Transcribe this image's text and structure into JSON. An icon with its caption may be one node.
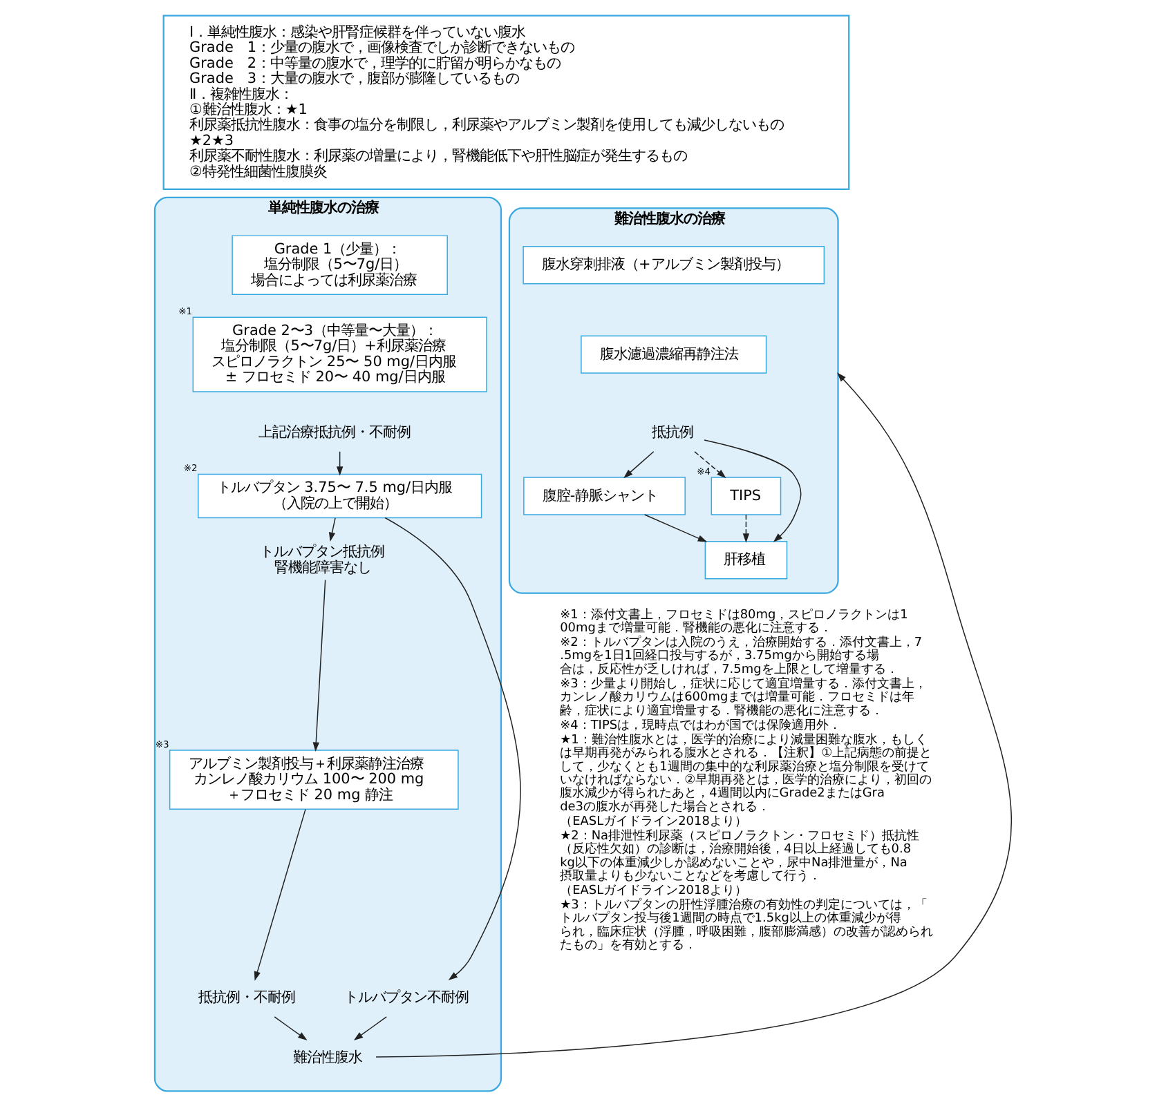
{
  "diagram": {
    "nodes": [
      {
        "text": [
          "Ⅰ．単純性腹水：感染や肝腎症候群を伴っていない腹水",
          "Grade　1：少量の腹水で，画像検査でしか診断できないもの",
          "Grade　2：中等量の腹水で，理学的に貯留が明らかなもの",
          "Grade　3：大量の腹水で，腹部が膨隆しているもの",
          "Ⅱ．複雑性腹水：",
          "①難治性腹水：★1",
          "利尿薬抵抗性腹水：食事の塩分を制限し，利尿薬やアルブミン製剤を使用しても減少しないもの",
          "★2★3",
          "利尿薬不耐性腹水：利尿薬の増量により，腎機能低下や肝性脳症が発生するもの",
          "②特発性細菌性腹膜炎"
        ]
      },
      {
        "text": [
          "単純性腹水の治療"
        ]
      },
      {
        "text": [
          "Grade 1（少量）：",
          "塩分制限（5〜7g/日）",
          "場合によっては利尿薬治療"
        ],
        "in": 1
      },
      {
        "text": [
          "Grade 2〜3（中等量〜大量）：",
          "塩分制限（5〜7g/日）+利尿薬治療",
          "スピロノラクトン 25〜 50 mg/日内服",
          "± フロセミド 20〜 40 mg/日内服"
        ],
        "beside": [
          "※1"
        ],
        "in": 1
      },
      {
        "text": [
          "上記治療抵抗例・不耐例"
        ],
        "in": 1
      },
      {
        "text": [
          "トルバプタン 3.75〜 7.5 mg/日内服",
          "（入院の上で開始）"
        ],
        "beside": [
          "※2"
        ],
        "in": 1
      },
      {
        "text": [
          "トルバプタン抵抗例",
          "腎機能障害なし"
        ],
        "in": 1
      },
      {
        "text": [
          "トルバプタン不耐例"
        ],
        "in": 1
      },
      {
        "text": [
          "アルブミン製剤投与＋利尿薬静注治療",
          "カンレノ酸カリウム 100〜 200 mg",
          "＋フロセミド 20 mg 静注"
        ],
        "beside": [
          "※3"
        ],
        "in": 1
      },
      {
        "text": [
          "抵抗例・不耐例"
        ],
        "in": 1
      },
      {
        "text": [
          "難治性腹水"
        ],
        "in": 1
      },
      {
        "text": [
          "難治性腹水の治療"
        ]
      },
      {
        "text": [
          "腹水穿刺排液（+アルブミン製剤投与）"
        ],
        "in": 11
      },
      {
        "text": [
          "腹水濾過濃縮再静注法"
        ],
        "in": 11
      },
      {
        "text": [
          "抵抗例"
        ],
        "in": 11
      },
      {
        "text": [
          "腹腔-静脈シャント"
        ],
        "in": 11
      },
      {
        "text": [
          "TIPS"
        ],
        "beside": [
          "※4"
        ],
        "in": 11
      },
      {
        "text": [
          "肝移植"
        ],
        "in": 11
      }
    ],
    "edges": [
      {
        "from": 4,
        "to": 5,
        "arrow": "to"
      },
      {
        "from": 5,
        "to": 6,
        "arrow": "to"
      },
      {
        "from": 5,
        "to": 7,
        "arrow": "to"
      },
      {
        "from": 6,
        "to": 8,
        "arrow": "to"
      },
      {
        "from": 8,
        "to": 9,
        "arrow": "to"
      },
      {
        "from": 7,
        "to": 10,
        "arrow": "to"
      },
      {
        "from": 9,
        "to": 10,
        "arrow": "to"
      },
      {
        "from": 10,
        "to": 11,
        "arrow": "to"
      },
      {
        "from": 14,
        "to": 15,
        "arrow": "to"
      },
      {
        "from": 14,
        "to": 17,
        "arrow": "to"
      },
      {
        "from": 14,
        "to": 16,
        "arrow": "to",
        "style": "dashed"
      },
      {
        "from": 15,
        "to": 17,
        "arrow": "to"
      },
      {
        "from": 16,
        "to": 17,
        "arrow": "to",
        "style": "dashed"
      }
    ],
    "labels": [
      "※1：添付文書上，フロセミドは80mg，スピロノラクトンは100mgまで増量可能．腎機能の悪化に注意する．",
      "※2：トルバプタンは入院のうえ，治療開始する．添付文書上，7.5mgを1日1回経口投与するが，3.75mgから開始する場合は，反応性が乏しければ，7.5mgを上限として増量する．",
      "※3：少量より開始し，症状に応じて適宜増量する．添付文書上，カンレノ酸カリウムは600mgまでは増量可能．フロセミドは年齢，症状により適宜増量する．腎機能の悪化に注意する．",
      "※4：TIPSは，現時点ではわが国では保険適用外．",
      "★1：難治性腹水とは，医学的治療により減量困難な腹水，もしくは早期再発がみられる腹水とされる．【注釈】①上記病態の前提として，少なくとも1週間の集中的な利尿薬治療と塩分制限を受けていなければならない．②早期再発とは，医学的治療により，初回の腹水減少が得られたあと，4週間以内にGrade2またはGrade3の腹水が再発した場合とされる．",
      "（EASLガイドライン2018より）",
      "★2：Na排泄性利尿薬（スピロノラクトン・フロセミド）抵抗性（反応性欠如）の診断は，治療開始後，4日以上経過しても0.8kg以下の体重減少しか認めないことや，尿中Na排泄量が，Na摂取量よりも少ないことなどを考慮して行う．",
      "（EASLガイドライン2018より）",
      "★3：トルバプタンの肝性浮腫治療の有効性の判定については，「トルバプタン投与後1週間の時点で1.5kg以上の体重減少が得られ，臨床症状（浮腫，呼吸困難，腹部膨満感）の改善が認められたもの」を有効とする．"
    ]
  }
}
